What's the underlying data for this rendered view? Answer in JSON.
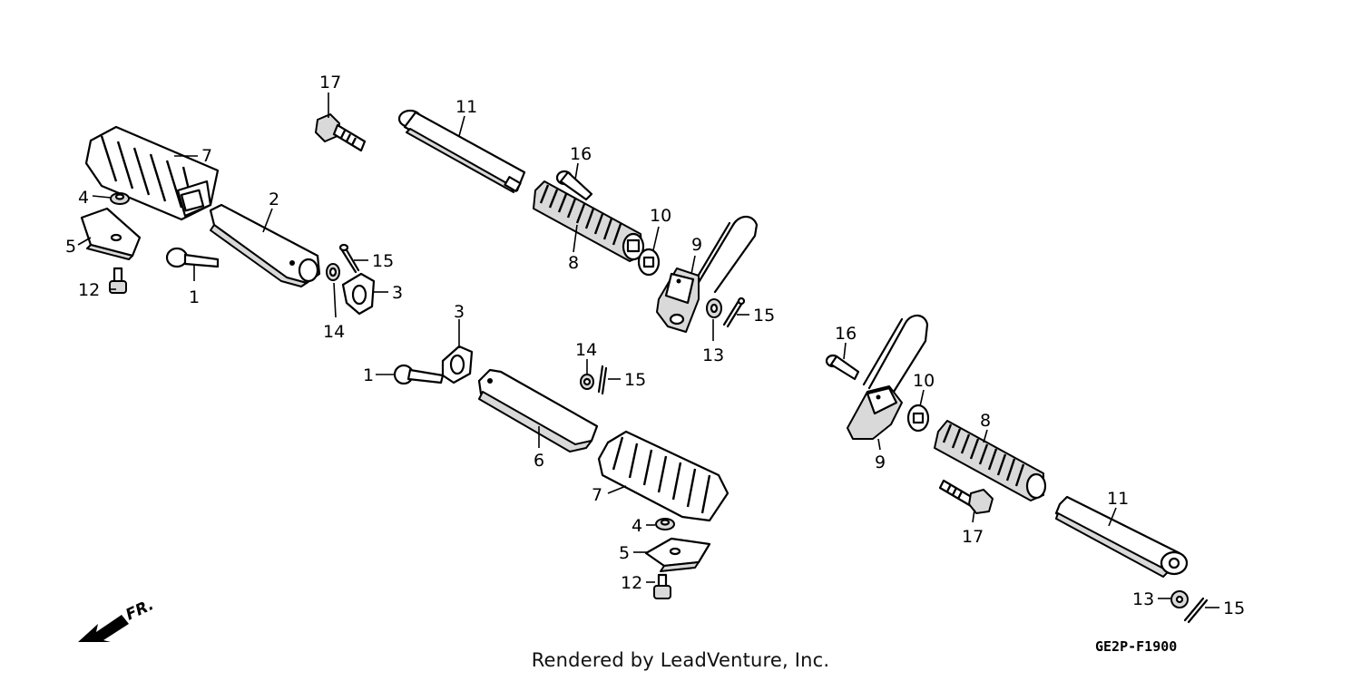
{
  "diagram": {
    "code": "GE2P-F1900",
    "credit": "Rendered by LeadVenture, Inc.",
    "direction_label": "FR."
  },
  "callouts": [
    {
      "id": "c17a",
      "label": "17"
    },
    {
      "id": "c11a",
      "label": "11"
    },
    {
      "id": "c7a",
      "label": "7"
    },
    {
      "id": "c4a",
      "label": "4"
    },
    {
      "id": "c2",
      "label": "2"
    },
    {
      "id": "c5a",
      "label": "5"
    },
    {
      "id": "c15a",
      "label": "15"
    },
    {
      "id": "c12a",
      "label": "12"
    },
    {
      "id": "c1a",
      "label": "1"
    },
    {
      "id": "c3a",
      "label": "3"
    },
    {
      "id": "c14a",
      "label": "14"
    },
    {
      "id": "c16a",
      "label": "16"
    },
    {
      "id": "c10a",
      "label": "10"
    },
    {
      "id": "c9a",
      "label": "9"
    },
    {
      "id": "c8a",
      "label": "8"
    },
    {
      "id": "c15b",
      "label": "15"
    },
    {
      "id": "c13a",
      "label": "13"
    },
    {
      "id": "c3b",
      "label": "3"
    },
    {
      "id": "c14b",
      "label": "14"
    },
    {
      "id": "c1b",
      "label": "1"
    },
    {
      "id": "c15c",
      "label": "15"
    },
    {
      "id": "c6",
      "label": "6"
    },
    {
      "id": "c7b",
      "label": "7"
    },
    {
      "id": "c4b",
      "label": "4"
    },
    {
      "id": "c5b",
      "label": "5"
    },
    {
      "id": "c12b",
      "label": "12"
    },
    {
      "id": "c16b",
      "label": "16"
    },
    {
      "id": "c10b",
      "label": "10"
    },
    {
      "id": "c8b",
      "label": "8"
    },
    {
      "id": "c9b",
      "label": "9"
    },
    {
      "id": "c17b",
      "label": "17"
    },
    {
      "id": "c11b",
      "label": "11"
    },
    {
      "id": "c13b",
      "label": "13"
    },
    {
      "id": "c15d",
      "label": "15"
    }
  ]
}
